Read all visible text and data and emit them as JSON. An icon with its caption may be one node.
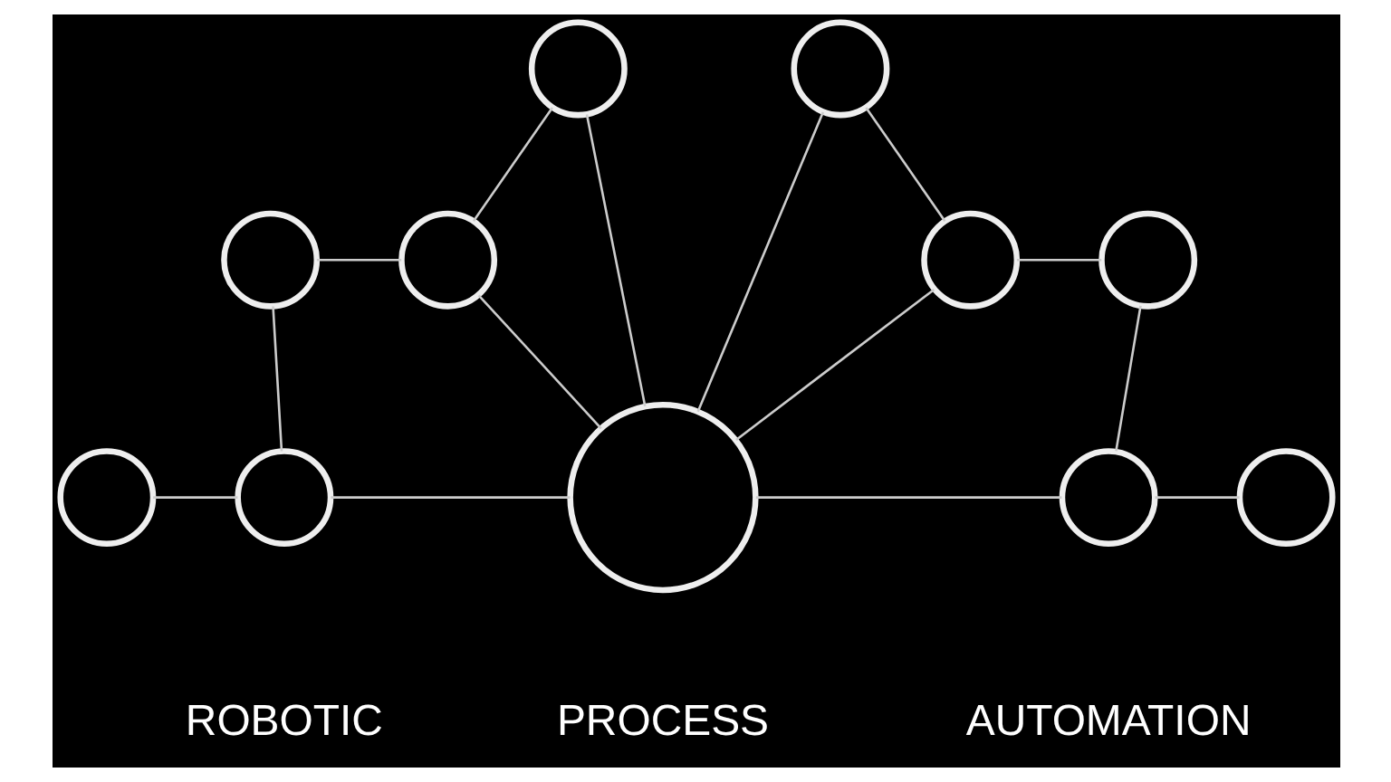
{
  "diagram": {
    "nodes": [
      {
        "text": [],
        "shape": "circle"
      },
      {
        "text": [],
        "shape": "circle"
      },
      {
        "text": [],
        "shape": "circle",
        "beside": [
          "ROBOTIC"
        ]
      },
      {
        "text": [],
        "shape": "circle"
      },
      {
        "text": [],
        "shape": "circle"
      },
      {
        "text": [],
        "shape": "circle",
        "beside": [
          "PROCESS"
        ]
      },
      {
        "text": [],
        "shape": "circle"
      },
      {
        "text": [],
        "shape": "circle"
      },
      {
        "text": [],
        "shape": "circle"
      },
      {
        "text": [],
        "shape": "circle",
        "beside": [
          "AUTOMATION"
        ]
      },
      {
        "text": [],
        "shape": "circle"
      }
    ],
    "edges": [
      {
        "from": 0,
        "to": 2,
        "arrow": "none"
      },
      {
        "from": 1,
        "to": 2,
        "arrow": "none"
      },
      {
        "from": 1,
        "to": 3,
        "arrow": "none"
      },
      {
        "from": 2,
        "to": 5,
        "arrow": "none"
      },
      {
        "from": 3,
        "to": 5,
        "arrow": "none"
      },
      {
        "from": 4,
        "to": 3,
        "arrow": "none"
      },
      {
        "from": 4,
        "to": 5,
        "arrow": "none"
      },
      {
        "from": 6,
        "to": 5,
        "arrow": "none"
      },
      {
        "from": 6,
        "to": 7,
        "arrow": "none"
      },
      {
        "from": 7,
        "to": 5,
        "arrow": "none"
      },
      {
        "from": 5,
        "to": 9,
        "arrow": "none"
      },
      {
        "from": 7,
        "to": 8,
        "arrow": "none"
      },
      {
        "from": 8,
        "to": 9,
        "arrow": "none"
      },
      {
        "from": 9,
        "to": 10,
        "arrow": "none"
      }
    ]
  }
}
